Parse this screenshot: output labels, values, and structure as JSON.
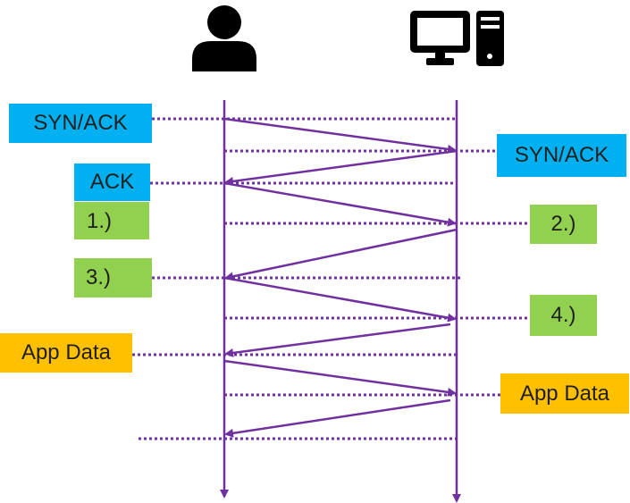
{
  "colors": {
    "line": "#7030a0",
    "dotted": "#7030a0",
    "syn_ack_box": "#00b0f0",
    "step_box": "#92d050",
    "app_data_box": "#ffc000",
    "icon": "#000000"
  },
  "icons": {
    "client": "person-icon",
    "server": "desktop-computer-icon"
  },
  "labels": {
    "left_syn_ack": "SYN/ACK",
    "right_syn_ack": "SYN/ACK",
    "left_ack": "ACK",
    "step1": "1.)",
    "step2": "2.)",
    "step3": "3.)",
    "step4": "4.)",
    "left_app_data": "App Data",
    "right_app_data": "App Data"
  }
}
